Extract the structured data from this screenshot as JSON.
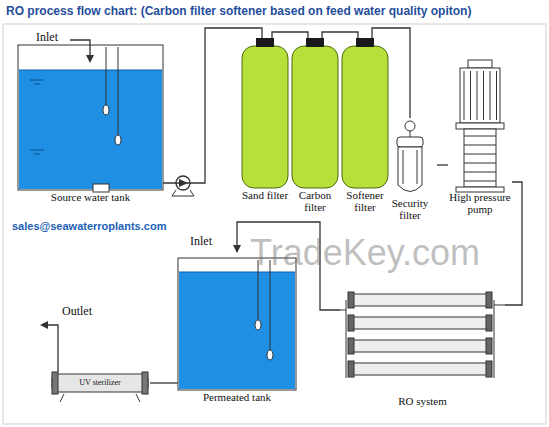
{
  "diagram": {
    "title": "RO process flow chart: (Carbon filter softener based on feed water quality opiton)",
    "nodes": [
      {
        "text": [
          "Source water tank"
        ]
      },
      {
        "text": [
          "Sand filter"
        ]
      },
      {
        "text": [
          "Carbon filter"
        ]
      },
      {
        "text": [
          "Softener filter"
        ]
      },
      {
        "text": [
          "Security filter"
        ]
      },
      {
        "text": [
          "High pressure pump"
        ]
      },
      {
        "text": [
          "RO system"
        ]
      },
      {
        "text": [
          "Permeated tank"
        ]
      },
      {
        "text": [
          "UV sterilizer"
        ]
      }
    ],
    "edges": [
      {
        "from": 0,
        "to": 1,
        "arrow": "none"
      },
      {
        "from": 1,
        "to": 2,
        "arrow": "none"
      },
      {
        "from": 2,
        "to": 3,
        "arrow": "none"
      },
      {
        "from": 3,
        "to": 4,
        "arrow": "none"
      },
      {
        "from": 4,
        "to": 5,
        "arrow": "none"
      },
      {
        "from": 5,
        "to": 6,
        "arrow": "none"
      },
      {
        "from": 6,
        "to": 7,
        "arrow": "to"
      },
      {
        "from": 7,
        "to": 8,
        "arrow": "none"
      }
    ],
    "labels": [
      "Inlet",
      "Inlet",
      "Outlet",
      "TradeKey.com",
      "sales@seawaterroplants.com"
    ]
  }
}
